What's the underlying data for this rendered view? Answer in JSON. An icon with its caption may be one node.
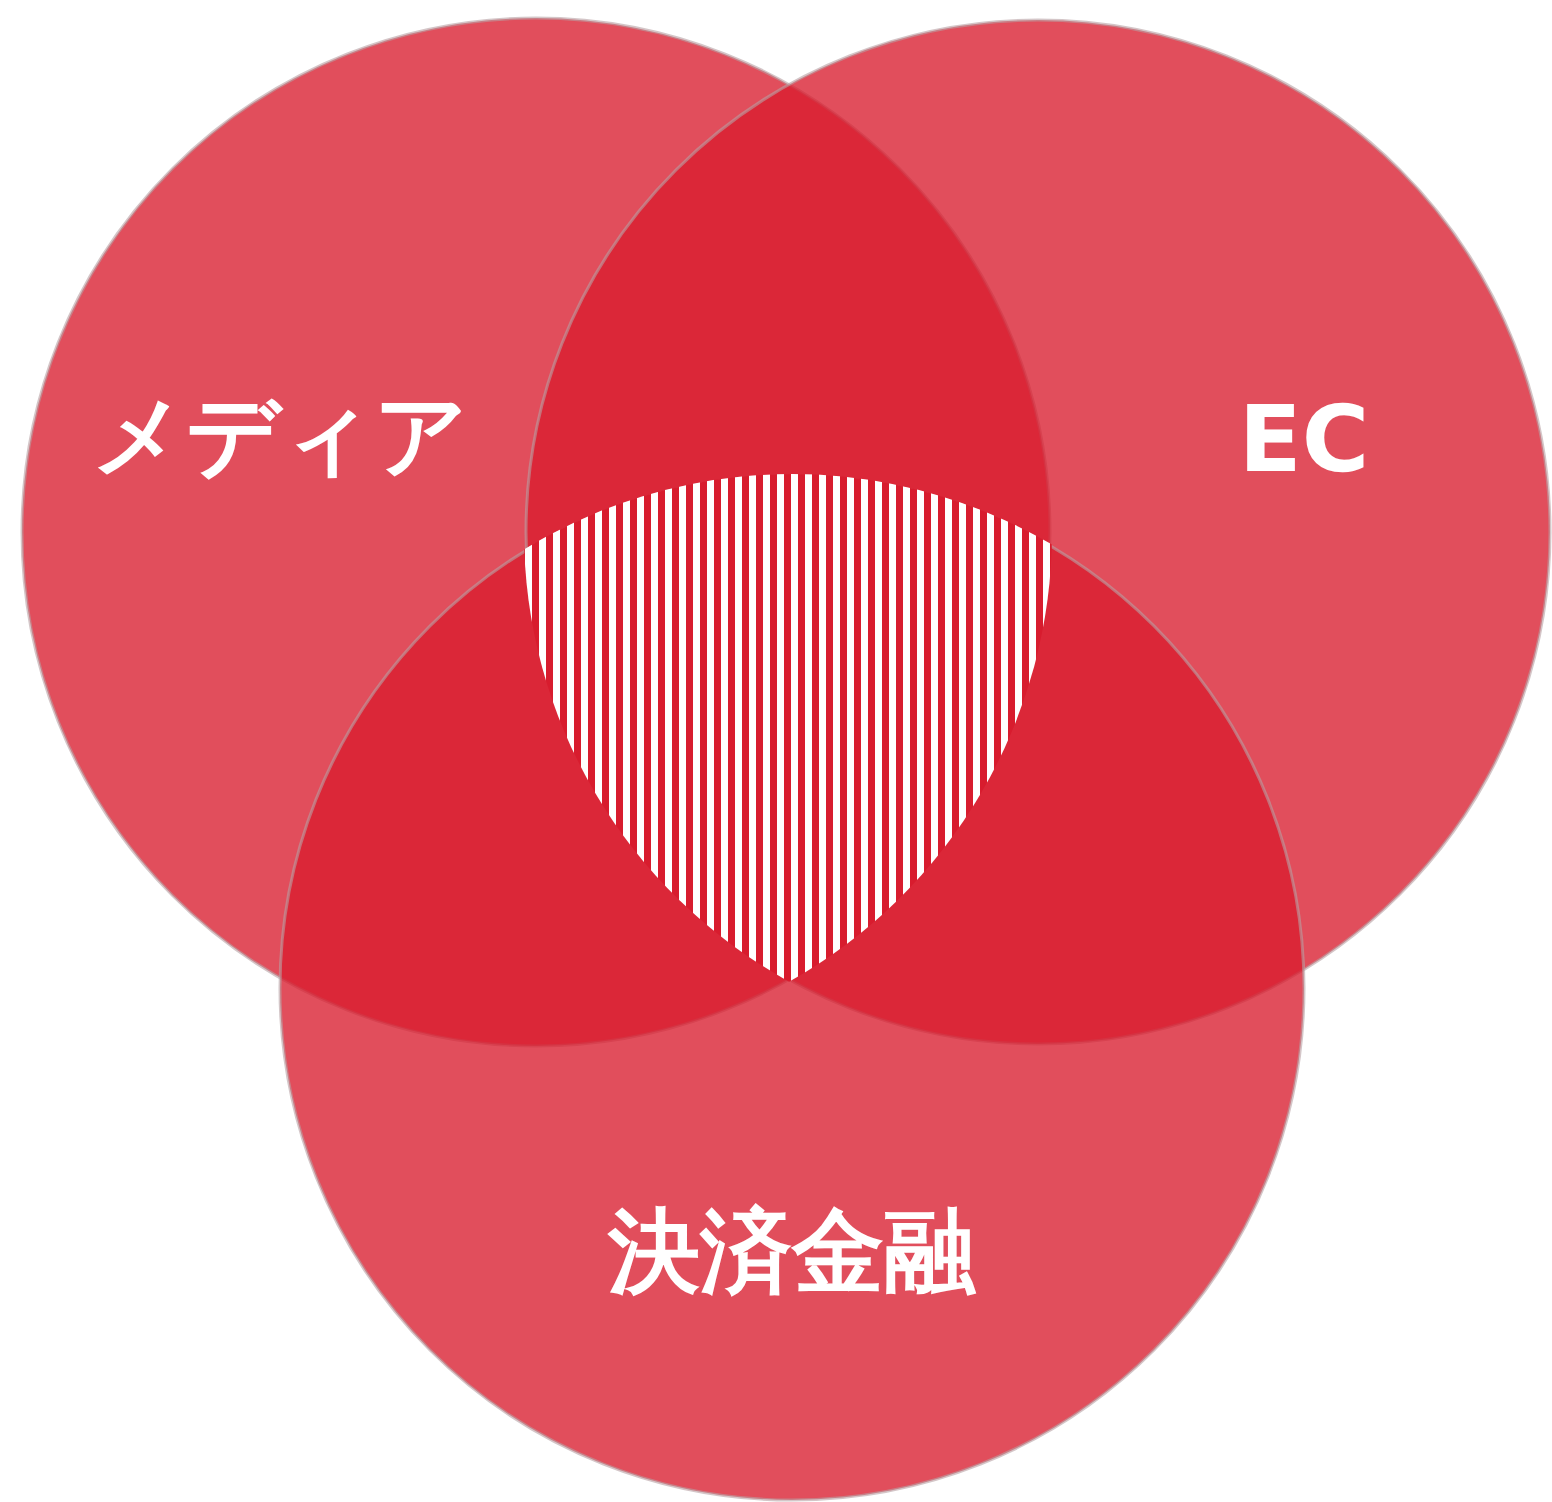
{
  "diagram": {
    "nodes": [
      {
        "text": [
          "メディア"
        ]
      },
      {
        "text": [
          "EC"
        ]
      },
      {
        "text": [
          "決済金融"
        ]
      }
    ]
  }
}
